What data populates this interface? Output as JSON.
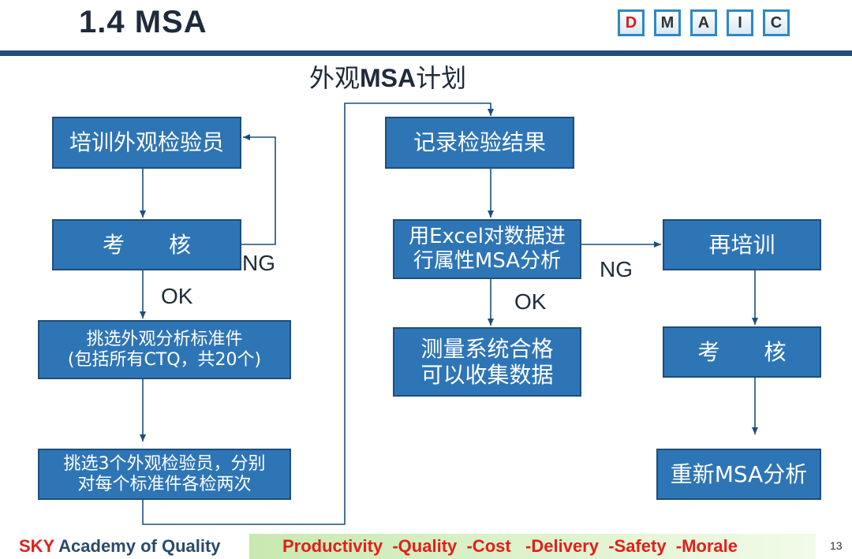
{
  "header": {
    "title": "1.4  MSA",
    "dmaic": [
      "D",
      "M",
      "A",
      "I",
      "C"
    ],
    "dmaic_active": "D"
  },
  "subtitle": {
    "pre": "外观",
    "bold": "MSA",
    "post": "计划"
  },
  "boxes": {
    "train": "培训外观检验员",
    "exam1": "考　　核",
    "select_std_1": "挑选外观分析标准件",
    "select_std_2": "(包括所有CTQ，共20个)",
    "select_insp_1": "挑选3个外观检验员，分别",
    "select_insp_2": "对每个标准件各检两次",
    "record": "记录检验结果",
    "excel_1": "用Excel对数据进",
    "excel_2": "行属性MSA分析",
    "pass_1": "测量系统合格",
    "pass_2": "可以收集数据",
    "retrain": "再培训",
    "exam2": "考　　核",
    "redo": "重新MSA分析"
  },
  "labels": {
    "ng": "NG",
    "ok": "OK"
  },
  "footer": {
    "sky": "SKY",
    "academy": "Academy  of Quality",
    "slogan": "Productivity  -Quality  -Cost   -Delivery  -Safety  -Morale",
    "page": "13"
  },
  "colors": {
    "box_fill": "#2e75b6",
    "box_border": "#1f4e79",
    "accent_red": "#e0201b",
    "bar": "#1f4e79"
  }
}
